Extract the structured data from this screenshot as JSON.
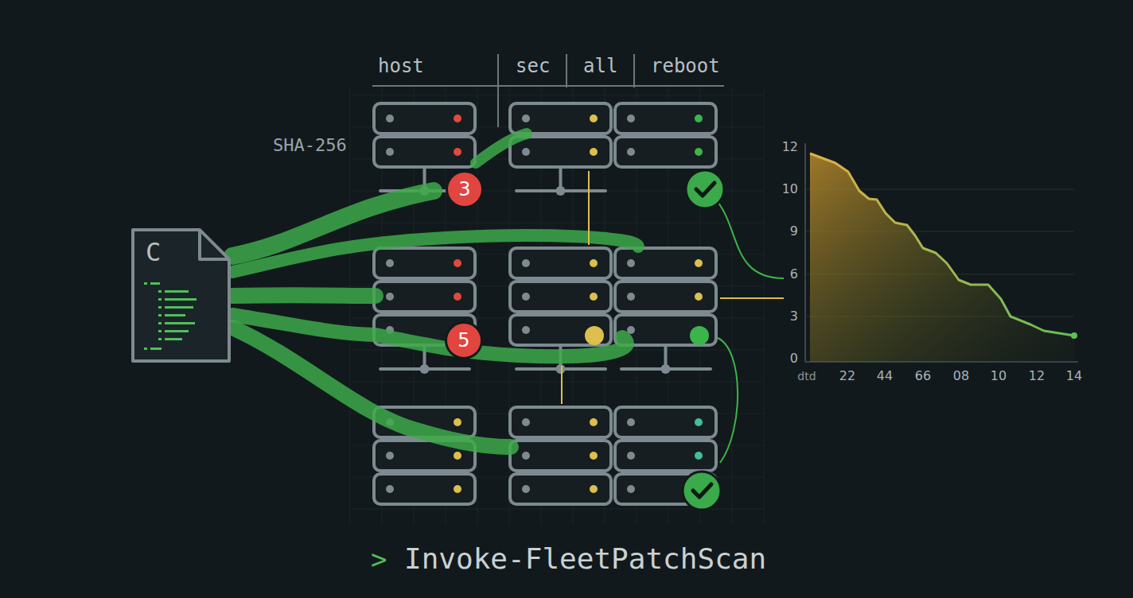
{
  "diagram": {
    "caption": "Invoke-FleetPatchScan",
    "nodes": [
      {
        "text": [
          "C"
        ]
      },
      {
        "text": [
          "3"
        ]
      },
      {
        "text": [
          "5"
        ]
      }
    ],
    "labels": [
      "host",
      "sec",
      "all",
      "reboot",
      "SHA-256",
      "12",
      "10",
      "9",
      "6",
      "3",
      "0",
      "dtd",
      "22",
      "44",
      "66",
      "08",
      "10",
      "12",
      "14",
      ">"
    ]
  }
}
